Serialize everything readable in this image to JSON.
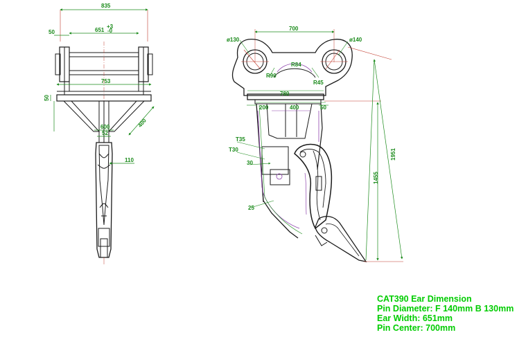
{
  "front_view": {
    "dims": {
      "top_width": "835",
      "ear_width": "651",
      "ear_tol": "+3",
      "ear_tol2": "-0",
      "left_margin": "50",
      "base_width": "753",
      "plate_thick": "50",
      "shank_top": "600",
      "shank_mid": "52",
      "diag": "400",
      "shank_width": "110"
    }
  },
  "side_view": {
    "dims": {
      "pin_b": "ø130",
      "pin_f": "ø140",
      "pin_center": "700",
      "r_inner": "R84",
      "a_left": "R90",
      "a_right": "R45",
      "plate_width": "780",
      "l1": "200",
      "l2": "400",
      "l3": "50",
      "total_height": "1951",
      "shank_height": "1455",
      "t35": "T35",
      "t30": "T30",
      "th30": "30",
      "c25": "25"
    }
  },
  "caption": {
    "line1": "CAT390 Ear Dimension",
    "line2": "Pin Diameter: F 140mm B 130mm",
    "line3": "Ear Width: 651mm",
    "line4": "Pin Center: 700mm"
  },
  "colors": {
    "line": "#1a1a1a",
    "dimension": "#1a8a1a",
    "accent": "#c0392b",
    "purple": "#8e44ad",
    "caption": "#00cc00"
  }
}
